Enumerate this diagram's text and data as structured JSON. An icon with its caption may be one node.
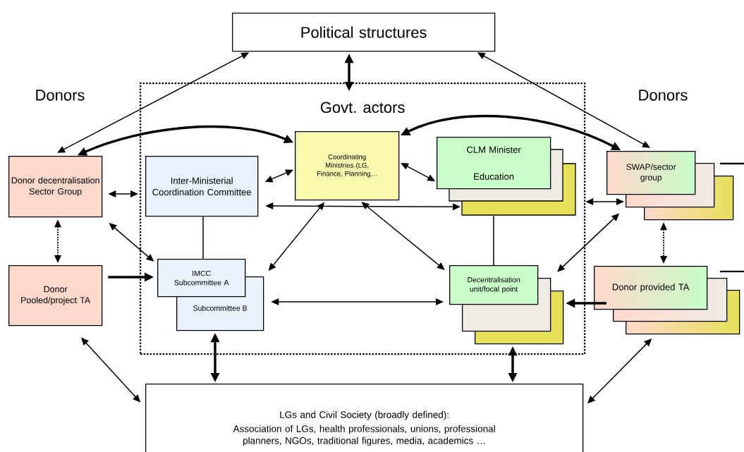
{
  "diagram": {
    "nodes": [
      {
        "text": [
          "Political structures"
        ]
      },
      {
        "text": [
          "Govt. actors"
        ]
      },
      {
        "text": [
          "Donor decentralisation Sector Group"
        ]
      },
      {
        "text": [
          "Inter-Ministerial Coordination Committee"
        ],
        "in": 1
      },
      {
        "text": [
          "Coordinating Ministries (LG, Finance, Planning…"
        ],
        "in": 1
      },
      {
        "text": [
          "CLM Minister Education"
        ],
        "in": 1
      },
      {
        "text": [
          "Subcommittee B"
        ],
        "in": 1
      },
      {
        "text": [
          "IMCC Subcommittee A"
        ],
        "in": 1
      },
      {
        "text": [],
        "shape": "box",
        "in": 1
      },
      {
        "text": [],
        "shape": "box",
        "in": 1
      },
      {
        "text": [
          "Decentralisation unit/focal point"
        ],
        "in": 1
      },
      {
        "text": [],
        "shape": "box"
      },
      {
        "text": [],
        "shape": "box"
      },
      {
        "text": [
          "SWAP/sector group"
        ]
      },
      {
        "text": [
          "Donor Pooled/project TA"
        ]
      },
      {
        "text": [],
        "shape": "box"
      },
      {
        "text": [],
        "shape": "box"
      },
      {
        "text": [
          "Donor provided TA"
        ]
      },
      {
        "text": [
          "LGs and Civil Society (broadly defined):",
          "Association of LGs, health professionals, unions, professional planners, NGOs, traditional figures, media, academics …"
        ]
      }
    ],
    "edges": [
      {
        "from": 0,
        "to": 2,
        "arrow": "both"
      },
      {
        "from": 0,
        "to": 1,
        "arrow": "both",
        "style": "thick"
      },
      {
        "from": 0,
        "to": 13,
        "arrow": "both"
      },
      {
        "from": 2,
        "to": 4,
        "arrow": "both",
        "style": "thick"
      },
      {
        "from": 4,
        "to": 13,
        "arrow": "both",
        "style": "thick"
      },
      {
        "from": 2,
        "to": 1,
        "arrow": "both"
      },
      {
        "from": 4,
        "to": 3,
        "arrow": "both"
      },
      {
        "from": 4,
        "to": 5,
        "arrow": "both"
      },
      {
        "from": 3,
        "to": 5,
        "arrow": "both"
      },
      {
        "from": 2,
        "to": 7,
        "arrow": "both"
      },
      {
        "from": 2,
        "to": 14,
        "arrow": "both",
        "style": "dashed"
      },
      {
        "from": 14,
        "to": 7,
        "arrow": "to",
        "style": "thick"
      },
      {
        "from": 3,
        "to": 7,
        "arrow": "none"
      },
      {
        "from": 4,
        "to": 6,
        "arrow": "both"
      },
      {
        "from": 4,
        "to": 10,
        "arrow": "both"
      },
      {
        "from": 6,
        "to": 10,
        "arrow": "both"
      },
      {
        "from": 5,
        "to": 10,
        "arrow": "none"
      },
      {
        "from": 1,
        "to": 12,
        "arrow": "both"
      },
      {
        "from": 12,
        "to": 9,
        "arrow": "both"
      },
      {
        "from": 11,
        "to": 17,
        "arrow": "both",
        "style": "dashed"
      },
      {
        "from": 17,
        "to": 8,
        "arrow": "to",
        "style": "thick"
      },
      {
        "from": 6,
        "to": 18,
        "arrow": "both",
        "style": "thick"
      },
      {
        "from": 8,
        "to": 18,
        "arrow": "both",
        "style": "thick"
      },
      {
        "from": 14,
        "to": 18,
        "arrow": "both"
      },
      {
        "from": 15,
        "to": 18,
        "arrow": "both"
      }
    ],
    "labels": [
      "Donors",
      "Donors"
    ]
  }
}
